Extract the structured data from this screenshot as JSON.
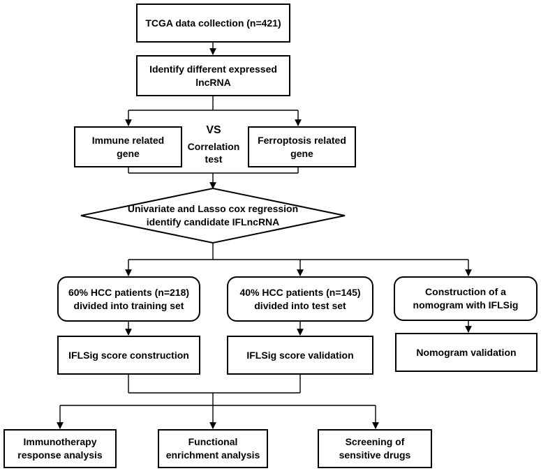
{
  "boxes": {
    "tcga": "TCGA data collection (n=421)",
    "deg": "Identify different expressed\nlncRNA",
    "immune": "Immune related\ngene",
    "ferro": "Ferroptosis related\ngene",
    "vs": "VS",
    "corr": "Correlation\ntest",
    "decision": "Univariate and Lasso cox regression\nidentify candidate IFLncRNA",
    "train": "60% HCC patients  (n=218)\ndivided into training set",
    "test": "40% HCC patients  (n=145)\ndivided into test set",
    "nomo": "Construction of a\nnomogram with IFLSig",
    "score": "IFLSig score construction",
    "valid": "IFLSig score validation",
    "nomoval": "Nomogram validation",
    "immuno": "Immunotherapy\nresponse analysis",
    "func": "Functional\nenrichment analysis",
    "drugs": "Screening of\nsensitive drugs"
  }
}
